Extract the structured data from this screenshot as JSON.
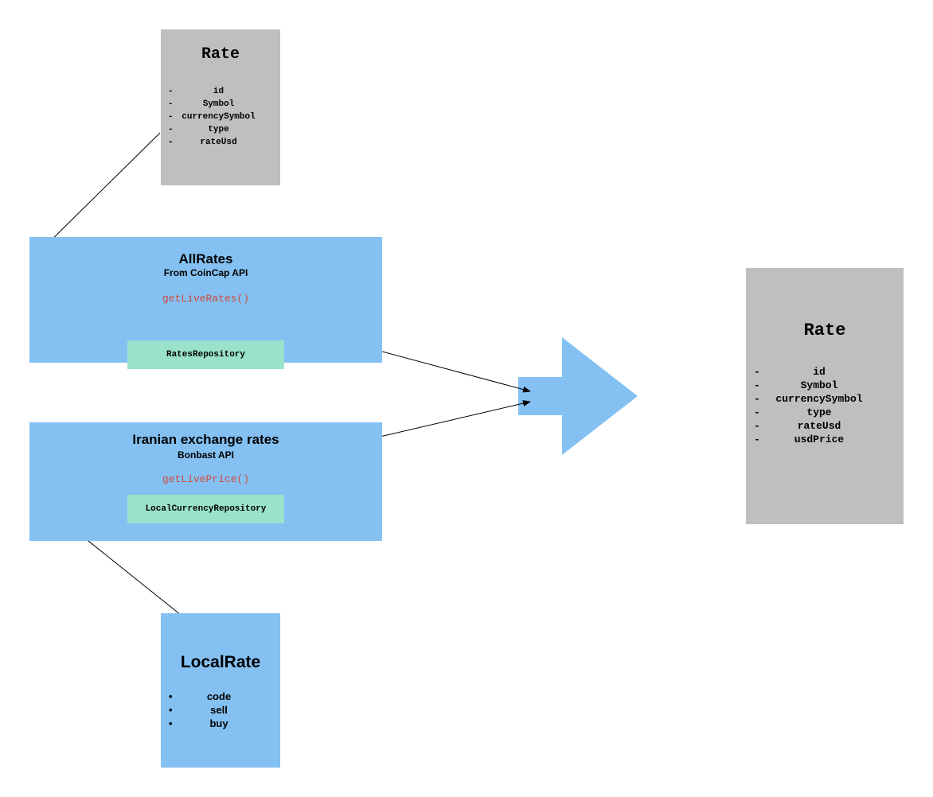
{
  "rate_top": {
    "title": "Rate",
    "fields": [
      "id",
      "Symbol",
      "currencySymbol",
      "type",
      "rateUsd"
    ],
    "bullet": "-"
  },
  "all_rates": {
    "title": "AllRates",
    "subtitle": "From CoinCap API",
    "method": "getLiveRates()",
    "repository": "RatesRepository"
  },
  "iranian_rates": {
    "title": "Iranian exchange rates",
    "subtitle": "Bonbast API",
    "method": "getLivePrice()",
    "repository": "LocalCurrencyRepository"
  },
  "local_rate": {
    "title": "LocalRate",
    "fields": [
      "code",
      "sell",
      "buy"
    ],
    "bullet": "•"
  },
  "rate_result": {
    "title": "Rate",
    "fields": [
      "id",
      "Symbol",
      "currencySymbol",
      "type",
      "rateUsd",
      "usdPrice"
    ],
    "bullet": "-"
  },
  "colors": {
    "gray_box": "#bfbfbf",
    "blue_box": "#84c1f2",
    "repository_box": "#9ae2cc",
    "method_text": "#d04a3a"
  }
}
